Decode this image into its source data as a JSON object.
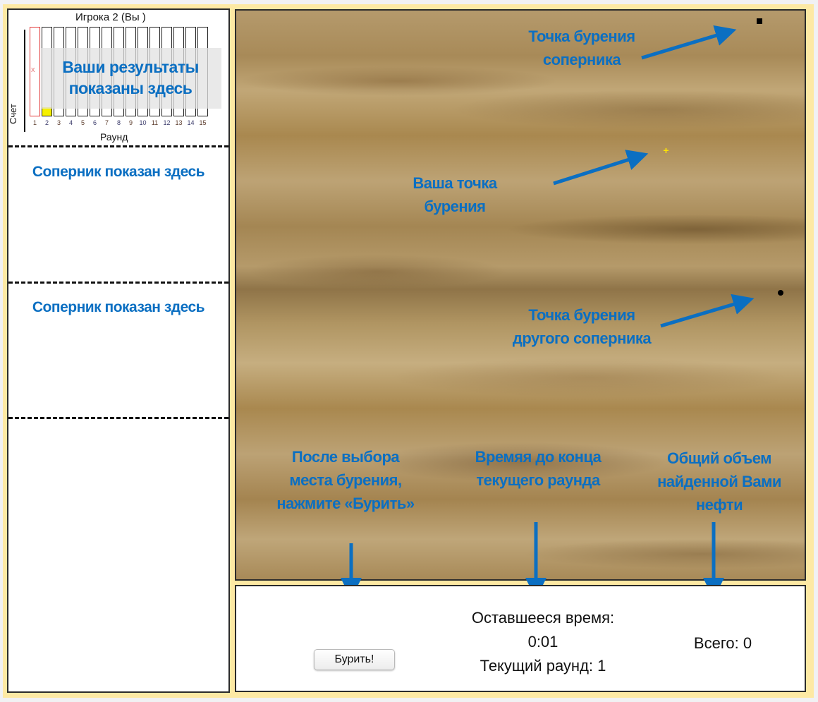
{
  "colors": {
    "annotation": "#0b6fc2",
    "frame": "#fde9a4",
    "you_marker": "#ffe600",
    "active_round": "#e23a3a",
    "score_fill": "#f5f000"
  },
  "score_chart": {
    "title": "Игрока 2 (Вы )",
    "y_label": "Счет",
    "x_label": "Раунд",
    "rounds": [
      "1",
      "2",
      "3",
      "4",
      "5",
      "6",
      "7",
      "8",
      "9",
      "10",
      "11",
      "12",
      "13",
      "14",
      "15"
    ],
    "current_round_index": 0,
    "x_marker": "x",
    "round2_fill_fraction": 0.1
  },
  "annotations": {
    "your_results": "Ваши результаты показаны здесь",
    "opponent_1": "Соперник показан здесь",
    "opponent_2": "Соперник показан здесь",
    "opponent_drill_point": "Точка бурения соперника",
    "your_drill_point": "Ваша точка бурения",
    "other_opponent_drill_point": "Точка бурения другого соперника",
    "press_drill": "После выбора места бурения, нажмите «Бурить»",
    "time_to_end": "Времяя до конца текущего раунда",
    "total_oil": "Общий объем найденной Вами нефти"
  },
  "field": {
    "you_marker_icon": "+",
    "opponent_markers": [
      "square",
      "circle"
    ]
  },
  "controls": {
    "drill_button": "Бурить!",
    "time_remaining_label": "Оставшееся время:",
    "time_remaining_value": "0:01",
    "current_round": "Текущий раунд: 1",
    "total": "Всего: 0"
  }
}
